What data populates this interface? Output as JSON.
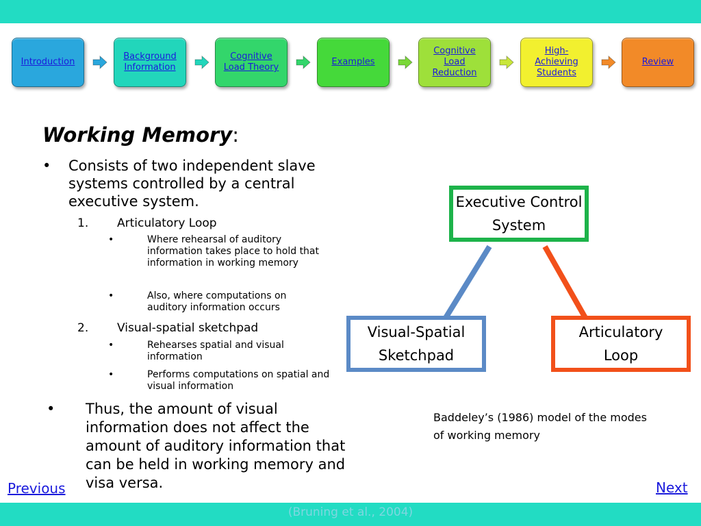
{
  "nav": {
    "buttons": [
      {
        "label": "Introduction",
        "color": "#2aa7dd"
      },
      {
        "label": "Background Information",
        "color": "#22d6bb"
      },
      {
        "label": "Cognitive Load Theory",
        "color": "#33d66b"
      },
      {
        "label": "Examples",
        "color": "#45d93a"
      },
      {
        "label": "Cognitive Load Reduction",
        "color": "#9ee03a"
      },
      {
        "label": "High-Achieving Students",
        "color": "#f2f02f"
      },
      {
        "label": "Review",
        "color": "#f28a28"
      }
    ],
    "arrow_colors": [
      "#2aa7dd",
      "#22d6bb",
      "#33d66b",
      "#7ad838",
      "#c9e63a",
      "#f28a28"
    ]
  },
  "content": {
    "title": "Working Memory",
    "title_suffix": ":",
    "bullet_1": "Consists of two independent slave systems controlled by a central executive system.",
    "item_1_number": "1.",
    "item_1_label": "Articulatory Loop",
    "item_1_subs": [
      "Where rehearsal of auditory information takes place to hold that information in working memory",
      "Also, where computations on auditory information occurs"
    ],
    "item_2_number": "2.",
    "item_2_label": "Visual-spatial sketchpad",
    "item_2_subs": [
      "Rehearses spatial and visual information",
      "Performs computations on spatial and visual information"
    ],
    "bullet_2": "Thus, the amount of visual information does not affect the amount of auditory information that can be held in working memory and visa versa."
  },
  "diagram": {
    "executive": {
      "label": "Executive Control System",
      "color": "#1db34a"
    },
    "visual": {
      "label": "Visual-Spatial Sketchpad",
      "color": "#5b8ac6"
    },
    "articulatory": {
      "label": "Articulatory Loop",
      "color": "#f2501a"
    },
    "caption": "Baddeley’s (1986) model of the modes of working memory"
  },
  "footer": {
    "previous": "Previous",
    "next": "Next",
    "citation": "(Bruning et al., 2004)"
  }
}
